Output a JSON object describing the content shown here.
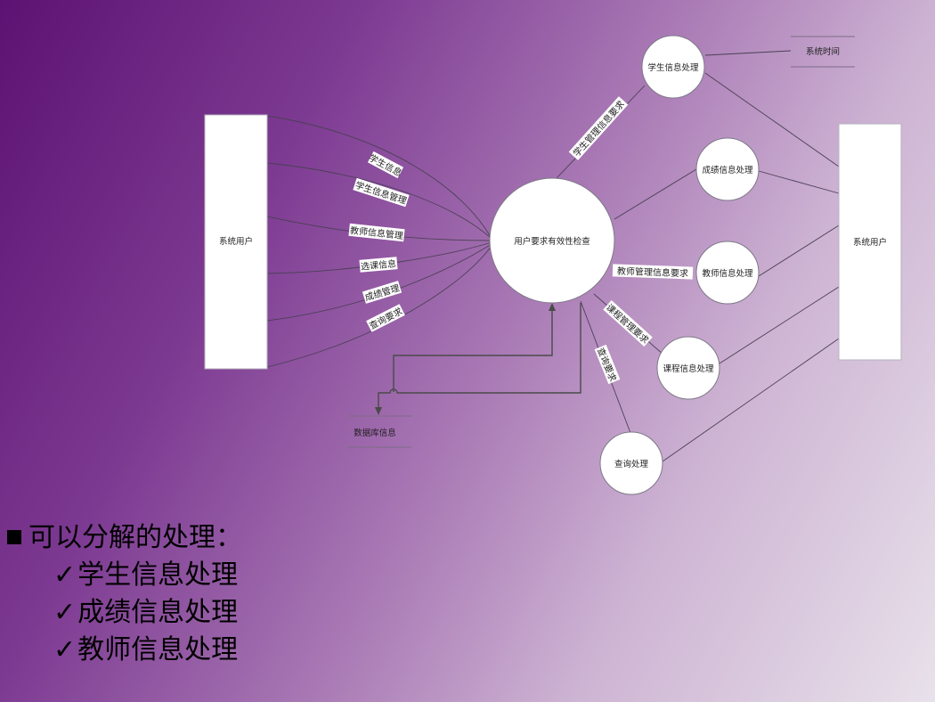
{
  "diagram": {
    "external_left": "系统用户",
    "external_right": "系统用户",
    "center": "用户要求有效性检查",
    "store_db": "数据库信息",
    "store_time": "系统时间",
    "processes": {
      "student": "学生信息处理",
      "grade": "成绩信息处理",
      "teacher": "教师信息处理",
      "course": "课程信息处理",
      "query": "查询处理"
    },
    "left_flows": [
      "学生信息",
      "学生信息管理",
      "教师信息管理",
      "选课信息",
      "成绩管理",
      "查询要求"
    ],
    "right_flows": {
      "student": "学生管理信息要求",
      "teacher": "教师管理信息要求",
      "course": "课程管理要求",
      "query": "查询要求"
    }
  },
  "notes": {
    "title": "可以分解的处理：",
    "check_glyph": "✓",
    "items": [
      "学生信息处理",
      "成绩信息处理",
      "教师信息处理"
    ]
  }
}
